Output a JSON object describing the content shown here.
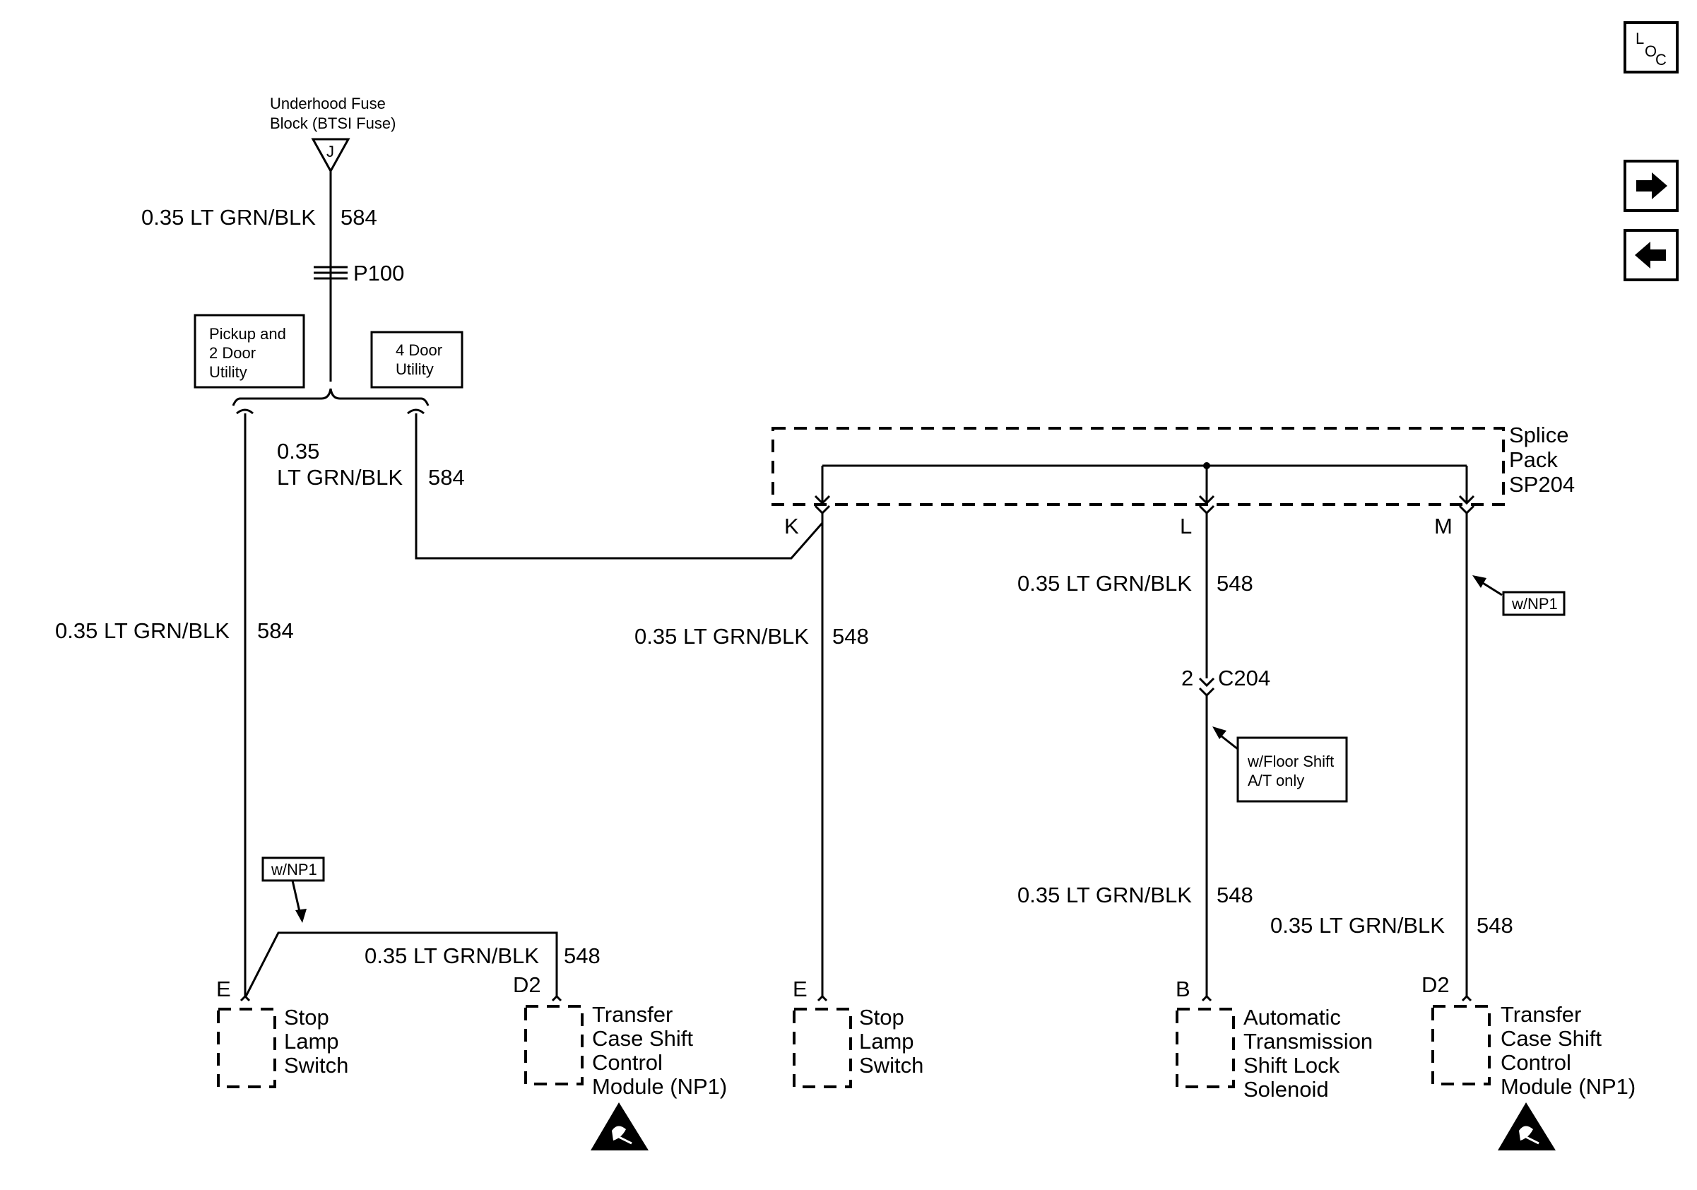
{
  "fuse": {
    "title_line1": "Underhood Fuse",
    "title_line2": "Block (BTSI Fuse)",
    "cavity": "J"
  },
  "top_wire": {
    "gauge_color": "0.35 LT GRN/BLK",
    "circuit": "584"
  },
  "pass_through": {
    "name": "P100"
  },
  "option_boxes": {
    "pickup": [
      "Pickup and",
      "2 Door",
      "Utility"
    ],
    "four_door": [
      "4 Door",
      "Utility"
    ]
  },
  "wires": {
    "fourdoor_label_line1": "0.35",
    "fourdoor_label_line2": "LT GRN/BLK",
    "fourdoor_circuit": "584",
    "left_vertical": {
      "gauge_color": "0.35 LT GRN/BLK",
      "circuit": "584"
    },
    "np1_branch": {
      "gauge_color": "0.35 LT GRN/BLK",
      "circuit": "548"
    },
    "k_wire": {
      "gauge_color": "0.35 LT GRN/BLK",
      "circuit": "548"
    },
    "l_wire_upper": {
      "gauge_color": "0.35 LT GRN/BLK",
      "circuit": "548"
    },
    "l_wire_lower": {
      "gauge_color": "0.35 LT GRN/BLK",
      "circuit": "548"
    },
    "m_wire": {
      "gauge_color": "0.35 LT GRN/BLK",
      "circuit": "548"
    }
  },
  "splice_pack": {
    "name": [
      "Splice",
      "Pack",
      "SP204"
    ],
    "pins": [
      "K",
      "L",
      "M"
    ]
  },
  "connector_c204": {
    "pin": "2",
    "name": "C204"
  },
  "notes": {
    "np1_left": "w/NP1",
    "np1_right": "w/NP1",
    "floor_shift": [
      "w/Floor Shift",
      "A/T only"
    ]
  },
  "components": {
    "stop_lamp_left": {
      "pin": "E",
      "label": [
        "Stop",
        "Lamp",
        "Switch"
      ]
    },
    "tccm_left": {
      "pin": "D2",
      "label": [
        "Transfer",
        "Case Shift",
        "Control",
        "Module (NP1)"
      ]
    },
    "stop_lamp_mid": {
      "pin": "E",
      "label": [
        "Stop",
        "Lamp",
        "Switch"
      ]
    },
    "shift_lock": {
      "pin": "B",
      "label": [
        "Automatic",
        "Transmission",
        "Shift Lock",
        "Solenoid"
      ]
    },
    "tccm_right": {
      "pin": "D2",
      "label": [
        "Transfer",
        "Case Shift",
        "Control",
        "Module (NP1)"
      ]
    }
  },
  "nav": {
    "loc_l": "L",
    "loc_o": "O",
    "loc_c": "C",
    "next_icon": "arrow-right-icon",
    "prev_icon": "arrow-left-icon"
  }
}
